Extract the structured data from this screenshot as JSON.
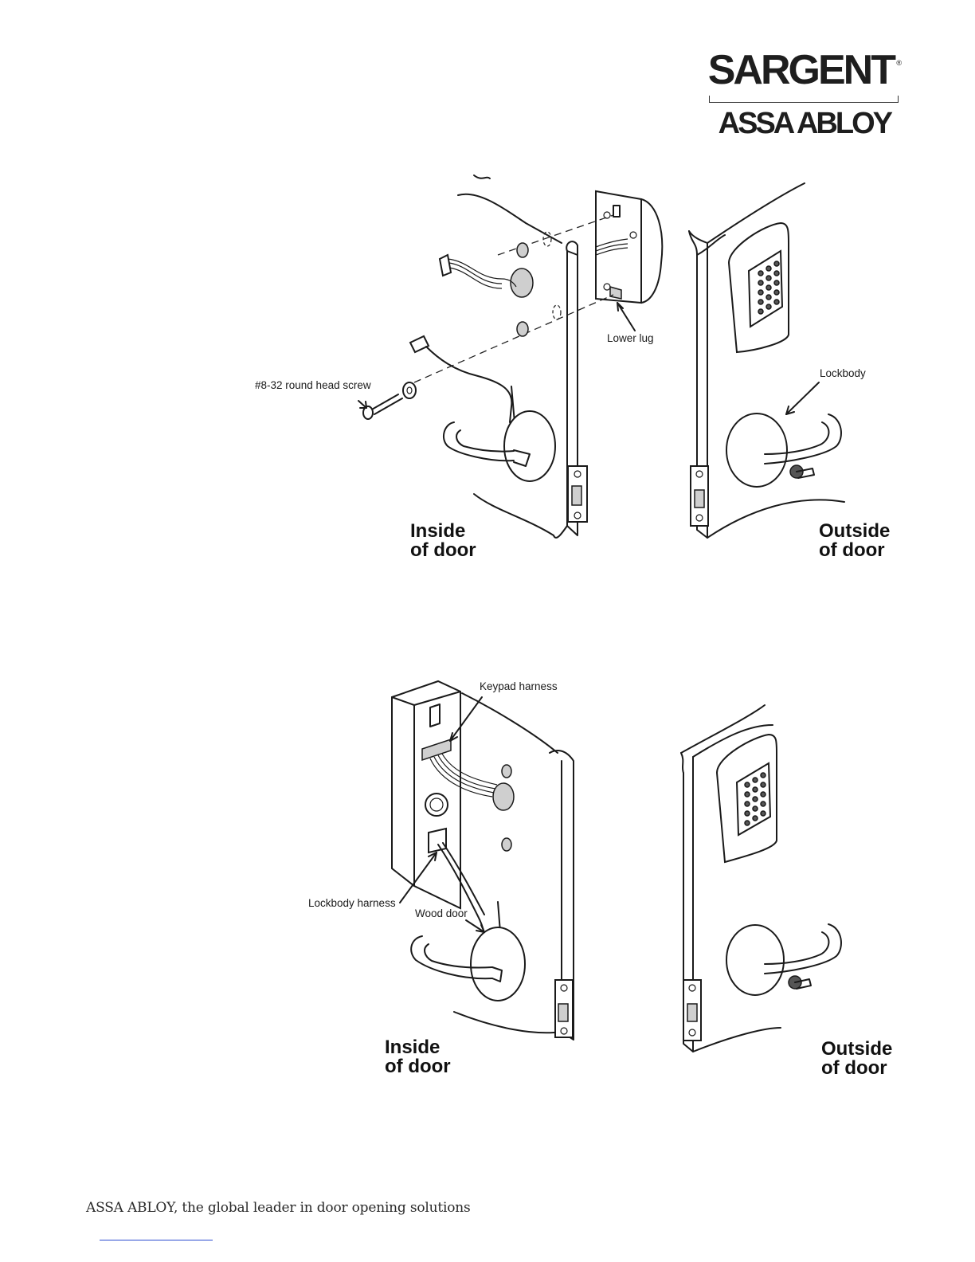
{
  "logo": {
    "top": "SARGENT",
    "registered": "®",
    "bottom": "ASSA ABLOY"
  },
  "figure1": {
    "callouts": {
      "screw": "#8-32 round head screw",
      "lower_lug": "Lower lug",
      "lockbody": "Lockbody"
    },
    "inside_label": [
      "Inside",
      "of door"
    ],
    "outside_label": [
      "Outside",
      "of door"
    ]
  },
  "figure2": {
    "callouts": {
      "keypad_harness": "Keypad harness",
      "lockbody_harness": "Lockbody harness",
      "wood_door": "Wood door"
    },
    "inside_label": [
      "Inside",
      "of door"
    ],
    "outside_label": [
      "Outside",
      "of door"
    ]
  },
  "footer": {
    "tagline": "ASSA ABLOY, the global leader in door opening solutions"
  },
  "colors": {
    "ink": "#1a1a1a",
    "link": "#2a4bd0"
  },
  "icons": [
    "keypad-icon",
    "lever-handle-icon",
    "latch-faceplate-icon",
    "screw-icon",
    "wire-harness-icon"
  ]
}
